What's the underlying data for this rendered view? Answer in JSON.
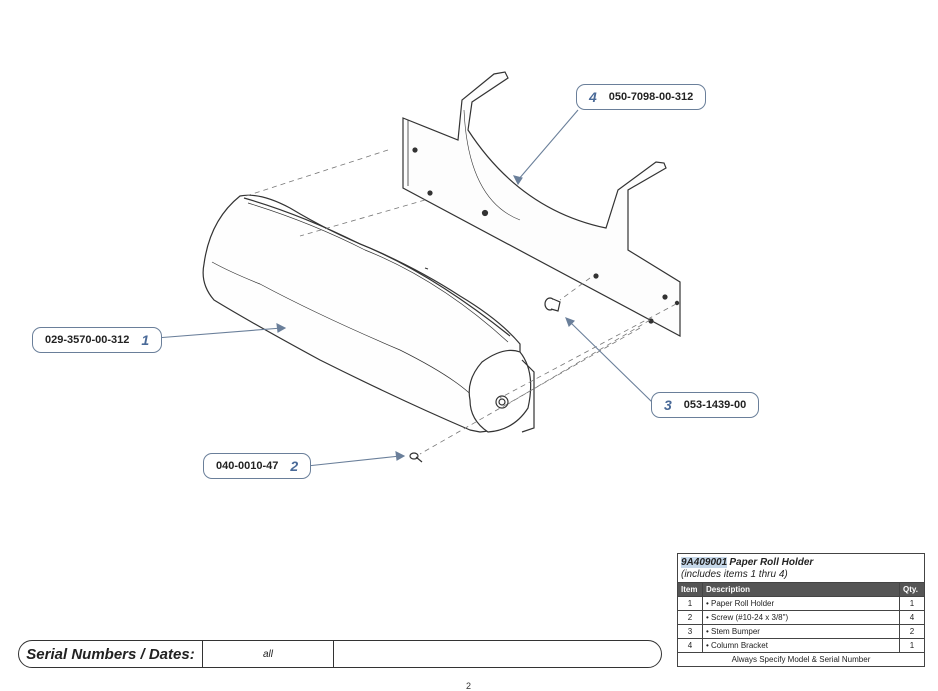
{
  "callouts": [
    {
      "num": "4",
      "part": "050-7098-00-312"
    },
    {
      "num": "1",
      "part": "029-3570-00-312"
    },
    {
      "num": "3",
      "part": "053-1439-00"
    },
    {
      "num": "2",
      "part": "040-0010-47"
    }
  ],
  "table": {
    "kit_id": "9A409001",
    "kit_name": "Paper Roll Holder",
    "kit_note": "(includes items 1 thru 4)",
    "headers": {
      "item": "Item",
      "description": "Description",
      "qty": "Qty."
    },
    "rows": [
      {
        "item": "1",
        "description": "• Paper Roll Holder",
        "qty": "1"
      },
      {
        "item": "2",
        "description": "• Screw (#10-24 x 3/8\")",
        "qty": "4"
      },
      {
        "item": "3",
        "description": "• Stem Bumper",
        "qty": "2"
      },
      {
        "item": "4",
        "description": "• Column Bracket",
        "qty": "1"
      }
    ],
    "footer": "Always Specify Model & Serial Number"
  },
  "serial": {
    "label": "Serial Numbers / Dates:",
    "value": "all"
  },
  "page_number": "2"
}
